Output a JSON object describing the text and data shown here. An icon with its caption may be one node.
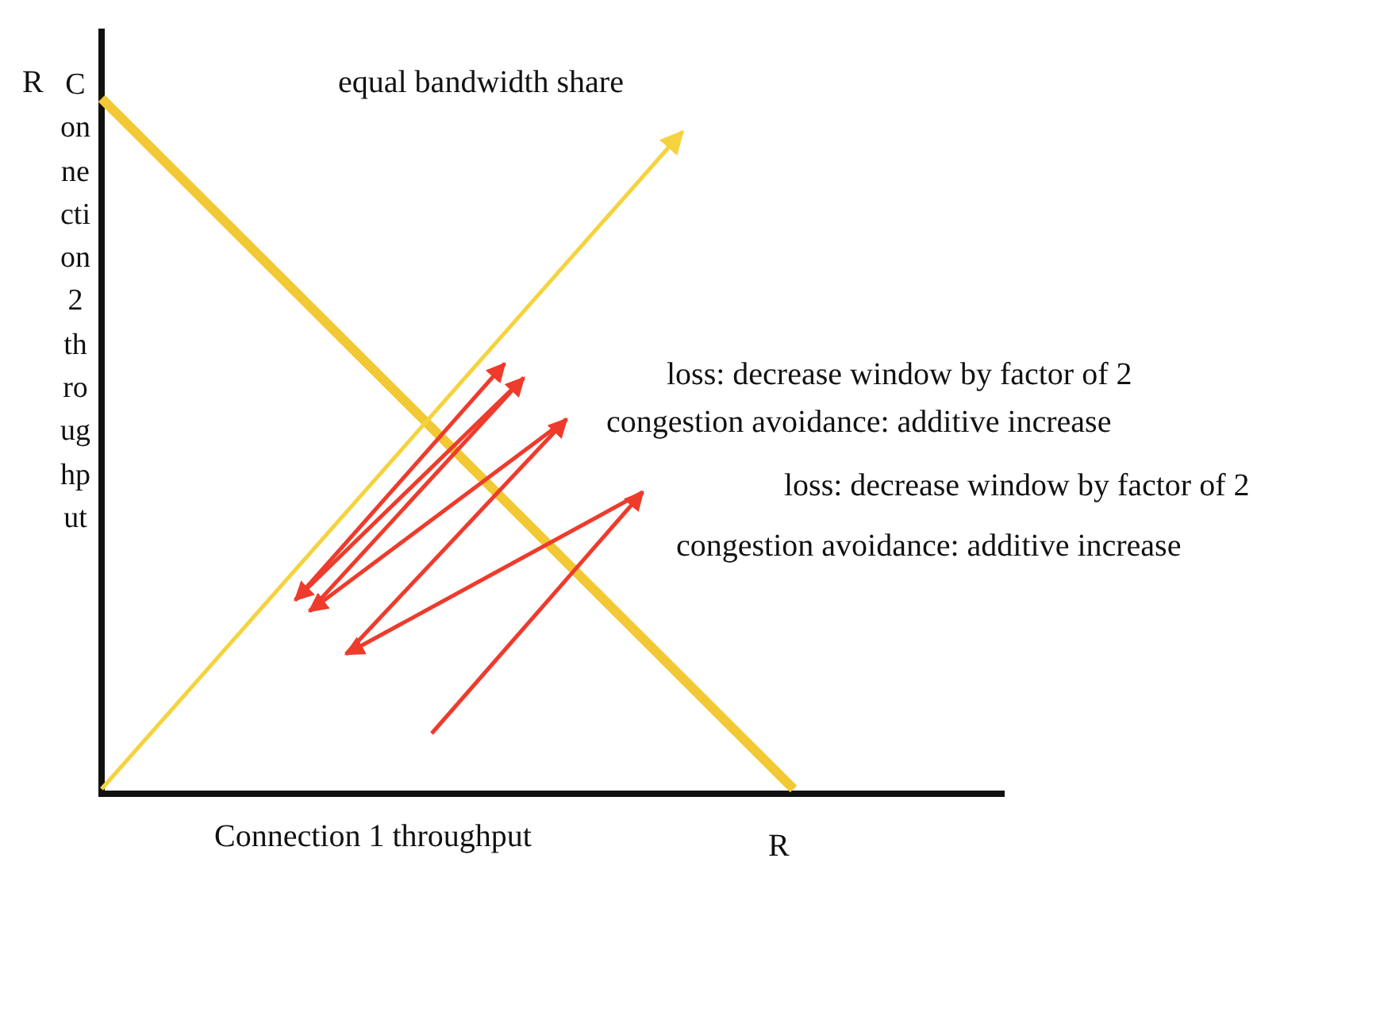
{
  "diagram": {
    "labels": [
      "R",
      "Connection 2 throughput",
      "equal bandwidth share",
      "loss: decrease window by factor of 2",
      "congestion avoidance: additive increase",
      "loss: decrease window by factor of 2",
      "congestion avoidance: additive increase",
      "Connection 1 throughput",
      "R"
    ]
  }
}
